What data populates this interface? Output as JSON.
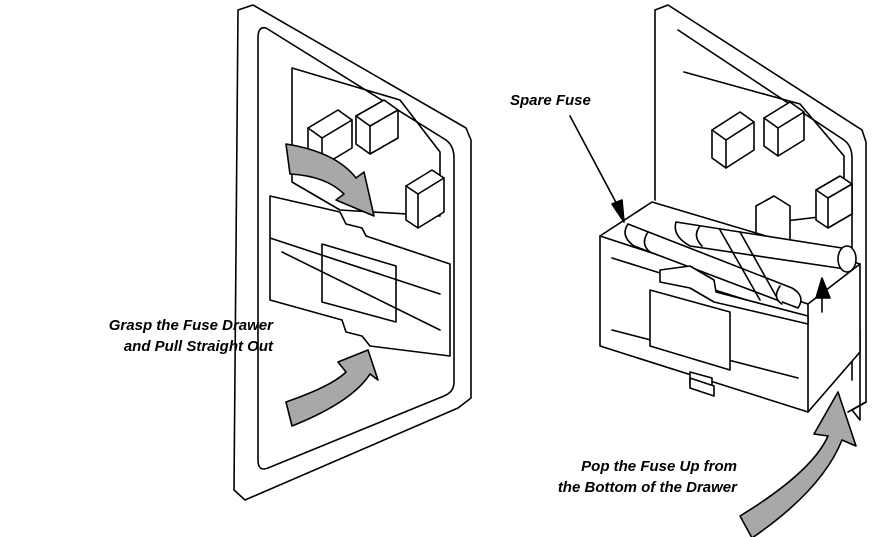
{
  "labels": {
    "grasp": [
      "Grasp the Fuse Drawer",
      "and Pull Straight Out"
    ],
    "spare": "Spare Fuse",
    "pop": [
      "Pop the Fuse Up from",
      "the Bottom of the Drawer"
    ]
  },
  "colors": {
    "line": "#000000",
    "arrow_fill": "#a8a8a8",
    "background": "#ffffff"
  }
}
